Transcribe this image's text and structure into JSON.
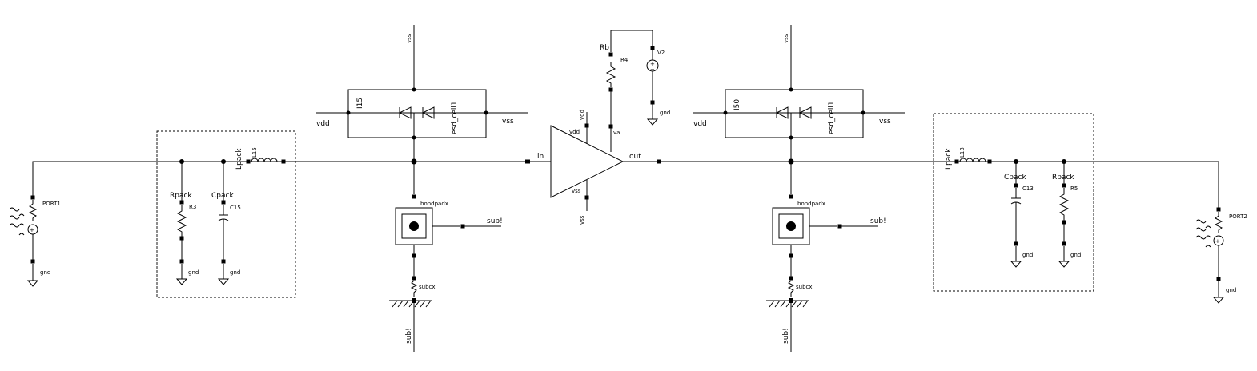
{
  "labels": {
    "vdd": "vdd",
    "vss": "vss",
    "gnd": "gnd",
    "sub": "sub!",
    "port1": "PORT1",
    "port2": "PORT2",
    "rpack": "Rpack",
    "cpack": "Cpack",
    "lpack": "Lpack",
    "r3": "R3",
    "c15": "C15",
    "l15": "L15",
    "r5": "R5",
    "c13": "C13",
    "l13": "L13",
    "esd_cell": "esd_cell1",
    "i15": "I15",
    "i50": "I50",
    "bondpad": "bondpadx",
    "subcx": "subcx",
    "amp_in": "in",
    "amp_out": "out",
    "amp_vdd": "vdd",
    "amp_vss": "vss",
    "amp_va": "va",
    "rb": "Rb",
    "r4": "R4",
    "v2": "V2",
    "plus": "+",
    "minus": "−"
  },
  "icons": {
    "port": "port-source-icon",
    "ground": "ground-icon",
    "resistor": "resistor-icon",
    "capacitor": "capacitor-icon",
    "inductor": "inductor-icon",
    "diode": "diode-icon",
    "amplifier": "amplifier-icon",
    "bondpad": "bondpad-icon",
    "substrate": "substrate-hatch-icon"
  },
  "colors": {
    "stroke": "#000000",
    "background": "#ffffff"
  }
}
